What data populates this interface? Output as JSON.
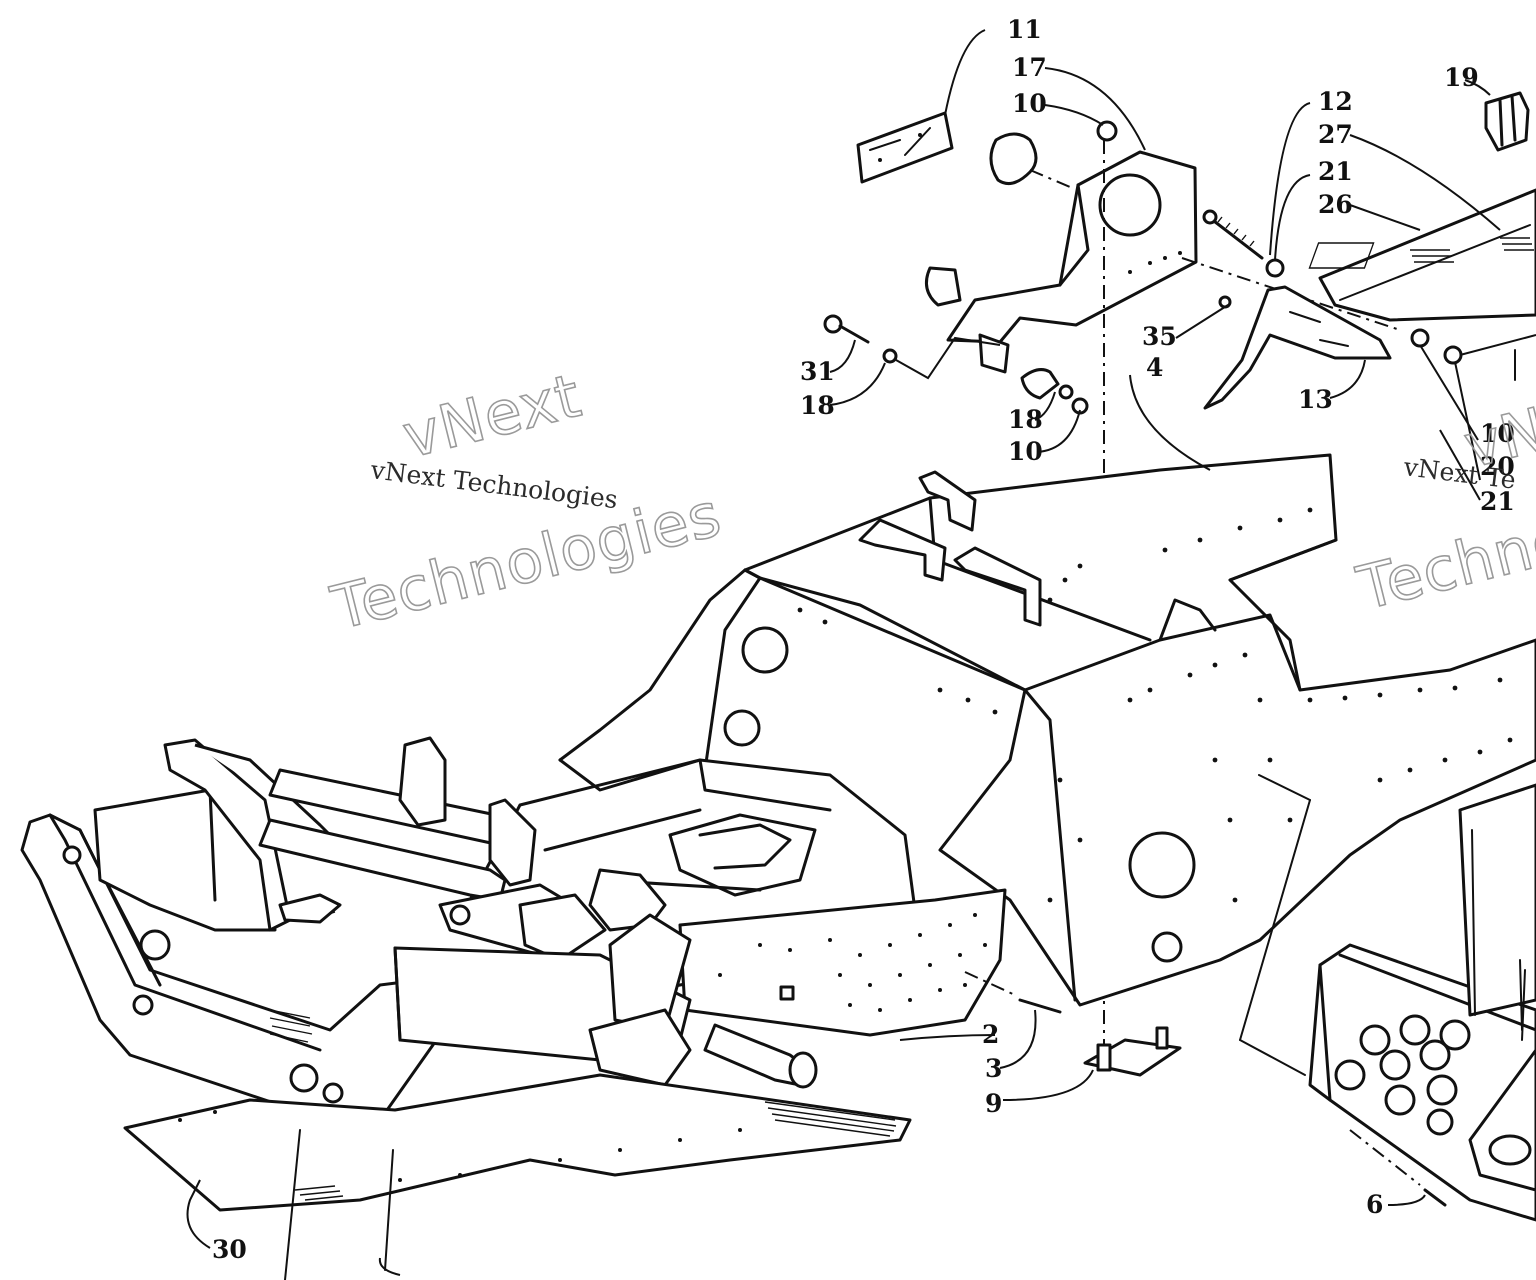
{
  "diagram": {
    "callouts": [
      {
        "id": "c11",
        "text": "11"
      },
      {
        "id": "c17",
        "text": "17"
      },
      {
        "id": "c10a",
        "text": "10"
      },
      {
        "id": "c19",
        "text": "19"
      },
      {
        "id": "c12",
        "text": "12"
      },
      {
        "id": "c27",
        "text": "27"
      },
      {
        "id": "c21a",
        "text": "21"
      },
      {
        "id": "c26",
        "text": "26"
      },
      {
        "id": "c35",
        "text": "35"
      },
      {
        "id": "c4",
        "text": "4"
      },
      {
        "id": "c13",
        "text": "13"
      },
      {
        "id": "c31",
        "text": "31"
      },
      {
        "id": "c18a",
        "text": "18"
      },
      {
        "id": "c18b",
        "text": "18"
      },
      {
        "id": "c10b",
        "text": "10"
      },
      {
        "id": "c10c",
        "text": "10"
      },
      {
        "id": "c20",
        "text": "20"
      },
      {
        "id": "c21b",
        "text": "21"
      },
      {
        "id": "c2",
        "text": "2"
      },
      {
        "id": "c3",
        "text": "3"
      },
      {
        "id": "c9",
        "text": "9"
      },
      {
        "id": "c6",
        "text": "6"
      },
      {
        "id": "c30",
        "text": "30"
      }
    ],
    "watermarks": [
      {
        "id": "wm1",
        "text": "vNext Technologies",
        "outline_top": "vNext",
        "outline_bottom": "Technologies"
      },
      {
        "id": "wm2",
        "text": "vNext Te",
        "outline_top": "vN",
        "outline_bottom": "Techno"
      }
    ]
  }
}
